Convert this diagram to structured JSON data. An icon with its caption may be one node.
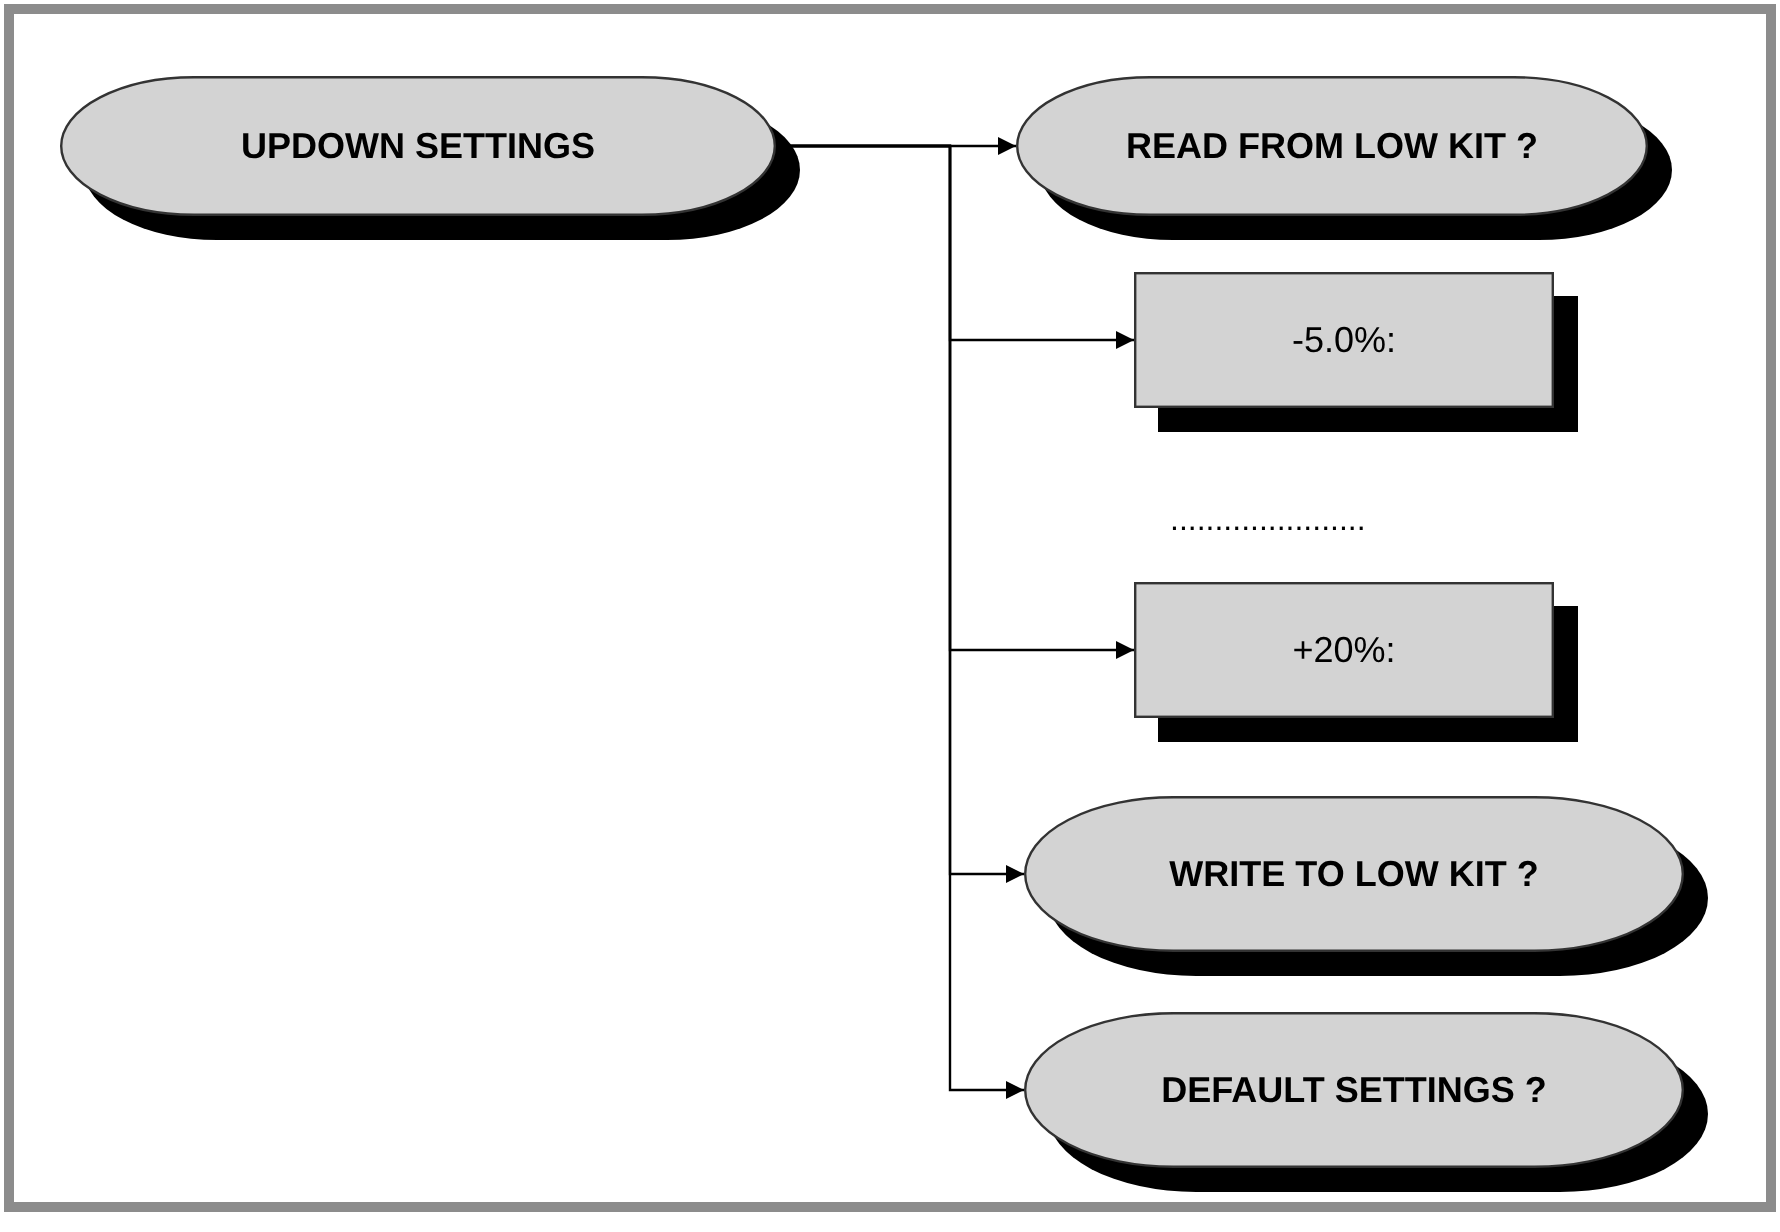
{
  "diagram": {
    "nodes": [
      {
        "text": [
          "UPDOWN SETTINGS"
        ]
      },
      {
        "text": [
          "READ FROM LOW KIT ?"
        ]
      },
      {
        "text": [
          "-5.0%:"
        ]
      },
      {
        "text": [
          "+20%:"
        ]
      },
      {
        "text": [
          "WRITE TO LOW KIT ?"
        ]
      },
      {
        "text": [
          "DEFAULT SETTINGS ?"
        ]
      }
    ],
    "edges": [
      {
        "from": 0,
        "to": 1,
        "arrow": "to"
      },
      {
        "from": 0,
        "to": 2,
        "arrow": "to"
      },
      {
        "from": 0,
        "to": 3,
        "arrow": "to"
      },
      {
        "from": 0,
        "to": 4,
        "arrow": "to"
      },
      {
        "from": 0,
        "to": 5,
        "arrow": "to"
      }
    ],
    "labels": [
      "......................"
    ]
  }
}
